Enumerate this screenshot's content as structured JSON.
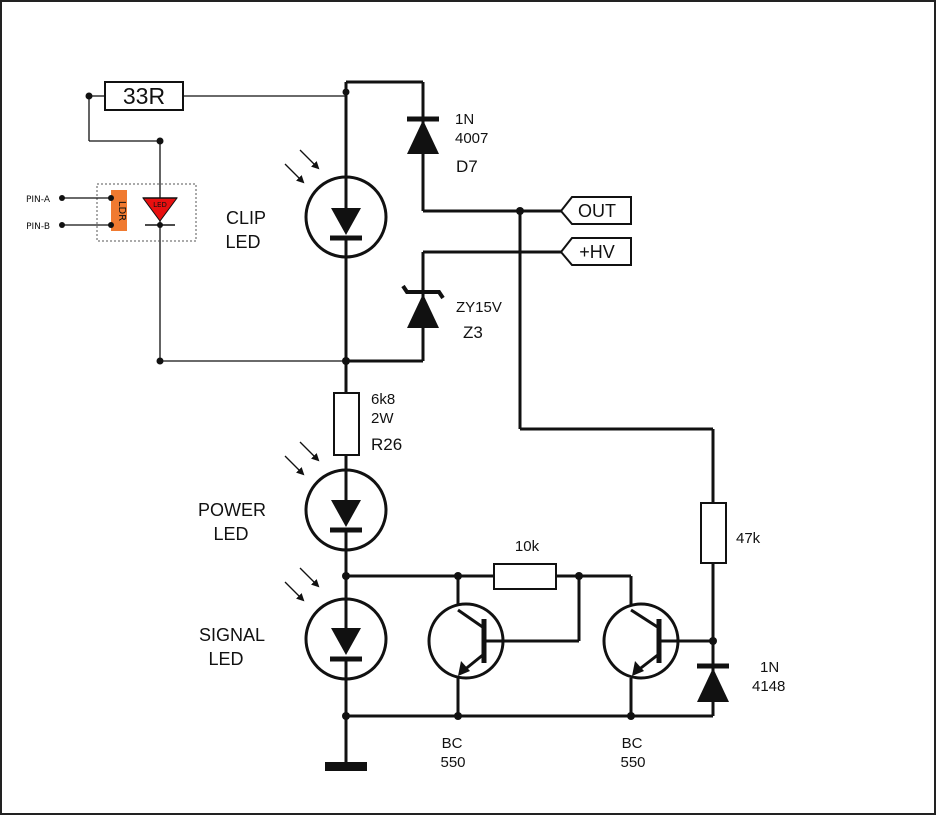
{
  "components": {
    "r33": {
      "label": "33R"
    },
    "d7": {
      "line1": "1N",
      "line2": "4007",
      "ref": "D7"
    },
    "out": {
      "label": "OUT"
    },
    "hv": {
      "label": "+HV"
    },
    "clip_led": {
      "line1": "CLIP",
      "line2": "LED"
    },
    "z3": {
      "line1": "ZY15V",
      "ref": "Z3"
    },
    "r26": {
      "line1": "6k8",
      "line2": "2W",
      "ref": "R26"
    },
    "power_led": {
      "line1": "POWER",
      "line2": "LED"
    },
    "signal_led": {
      "line1": "SIGNAL",
      "line2": "LED"
    },
    "r10k": {
      "label": "10k"
    },
    "r47k": {
      "label": "47k"
    },
    "d4148": {
      "line1": "1N",
      "line2": "4148"
    },
    "q1": {
      "line1": "BC",
      "line2": "550"
    },
    "q2": {
      "line1": "BC",
      "line2": "550"
    },
    "optocoupler": {
      "pin_a": "PIN-A",
      "pin_b": "PIN-B",
      "ldr": "LDR",
      "led": "LED"
    }
  },
  "colors": {
    "wire": "#111111",
    "ldr_body": "#f07a30",
    "led_body": "#e81010",
    "border": "#222222"
  }
}
